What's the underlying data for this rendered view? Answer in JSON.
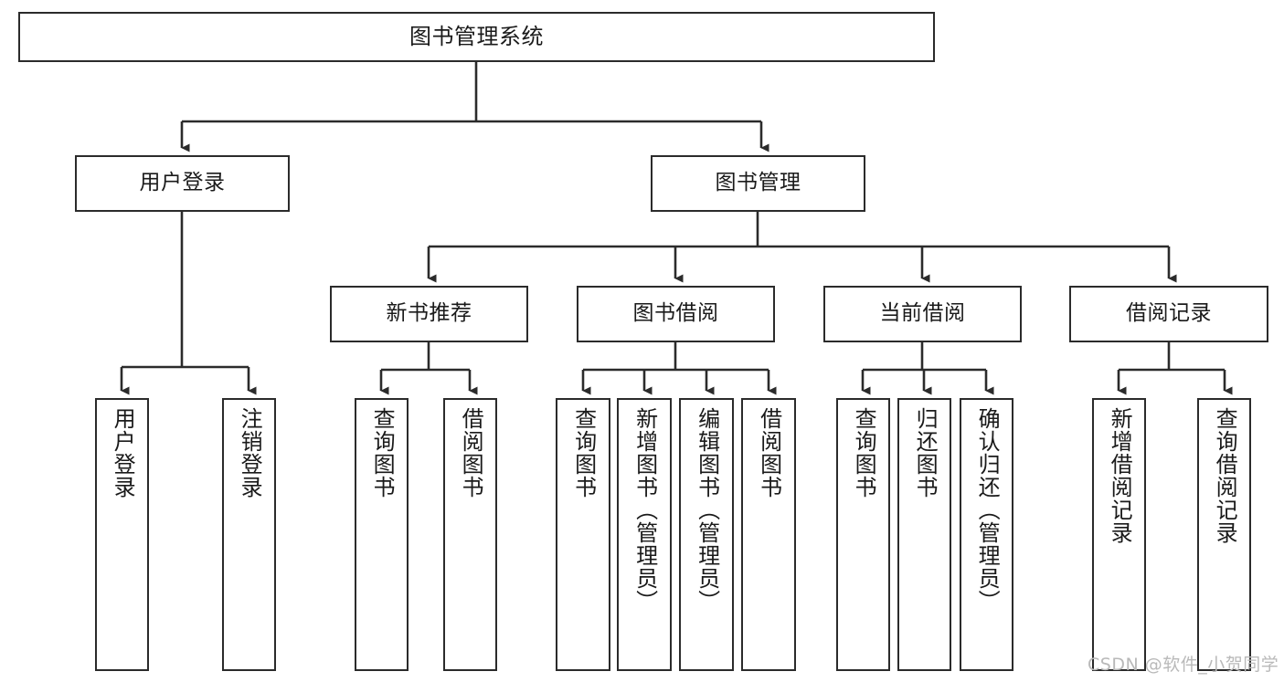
{
  "diagram": {
    "type": "tree",
    "title": "图书管理系统",
    "orientation": "top-down",
    "colors": {
      "box_border": "#2b2b2b",
      "box_fill": "#ffffff",
      "connector": "#2b2b2b",
      "text": "#1a1a1a",
      "watermark": "#b9b9b9",
      "background": "#ffffff"
    }
  },
  "nodes": {
    "root": {
      "label": "图书管理系统"
    },
    "level2": [
      {
        "id": "user-login",
        "label": "用户登录"
      },
      {
        "id": "book-management",
        "label": "图书管理"
      }
    ],
    "level3": [
      {
        "id": "new-book-recommend",
        "label": "新书推荐"
      },
      {
        "id": "book-borrow",
        "label": "图书借阅"
      },
      {
        "id": "current-borrow",
        "label": "当前借阅"
      },
      {
        "id": "borrow-record",
        "label": "借阅记录"
      }
    ],
    "leaves": {
      "user_login": [
        {
          "id": "leaf-user-login",
          "label": "用户登录"
        },
        {
          "id": "leaf-logout-login",
          "label": "注销登录"
        }
      ],
      "new_book_recommend": [
        {
          "id": "leaf-query-book-1",
          "label": "查询图书"
        },
        {
          "id": "leaf-borrow-book-1",
          "label": "借阅图书"
        }
      ],
      "book_borrow": [
        {
          "id": "leaf-query-book-2",
          "label": "查询图书"
        },
        {
          "id": "leaf-add-book-admin",
          "label": "新增图书（管理员）"
        },
        {
          "id": "leaf-edit-book-admin",
          "label": "编辑图书（管理员）"
        },
        {
          "id": "leaf-borrow-book-2",
          "label": "借阅图书"
        }
      ],
      "current_borrow": [
        {
          "id": "leaf-query-book-3",
          "label": "查询图书"
        },
        {
          "id": "leaf-return-book",
          "label": "归还图书"
        },
        {
          "id": "leaf-confirm-return-admin",
          "label": "确认归还（管理员）"
        }
      ],
      "borrow_record": [
        {
          "id": "leaf-add-borrow-record",
          "label": "新增借阅记录"
        },
        {
          "id": "leaf-query-borrow-record",
          "label": "查询借阅记录"
        }
      ]
    }
  },
  "watermark": {
    "text": "CSDN @软件_小贺同学"
  }
}
